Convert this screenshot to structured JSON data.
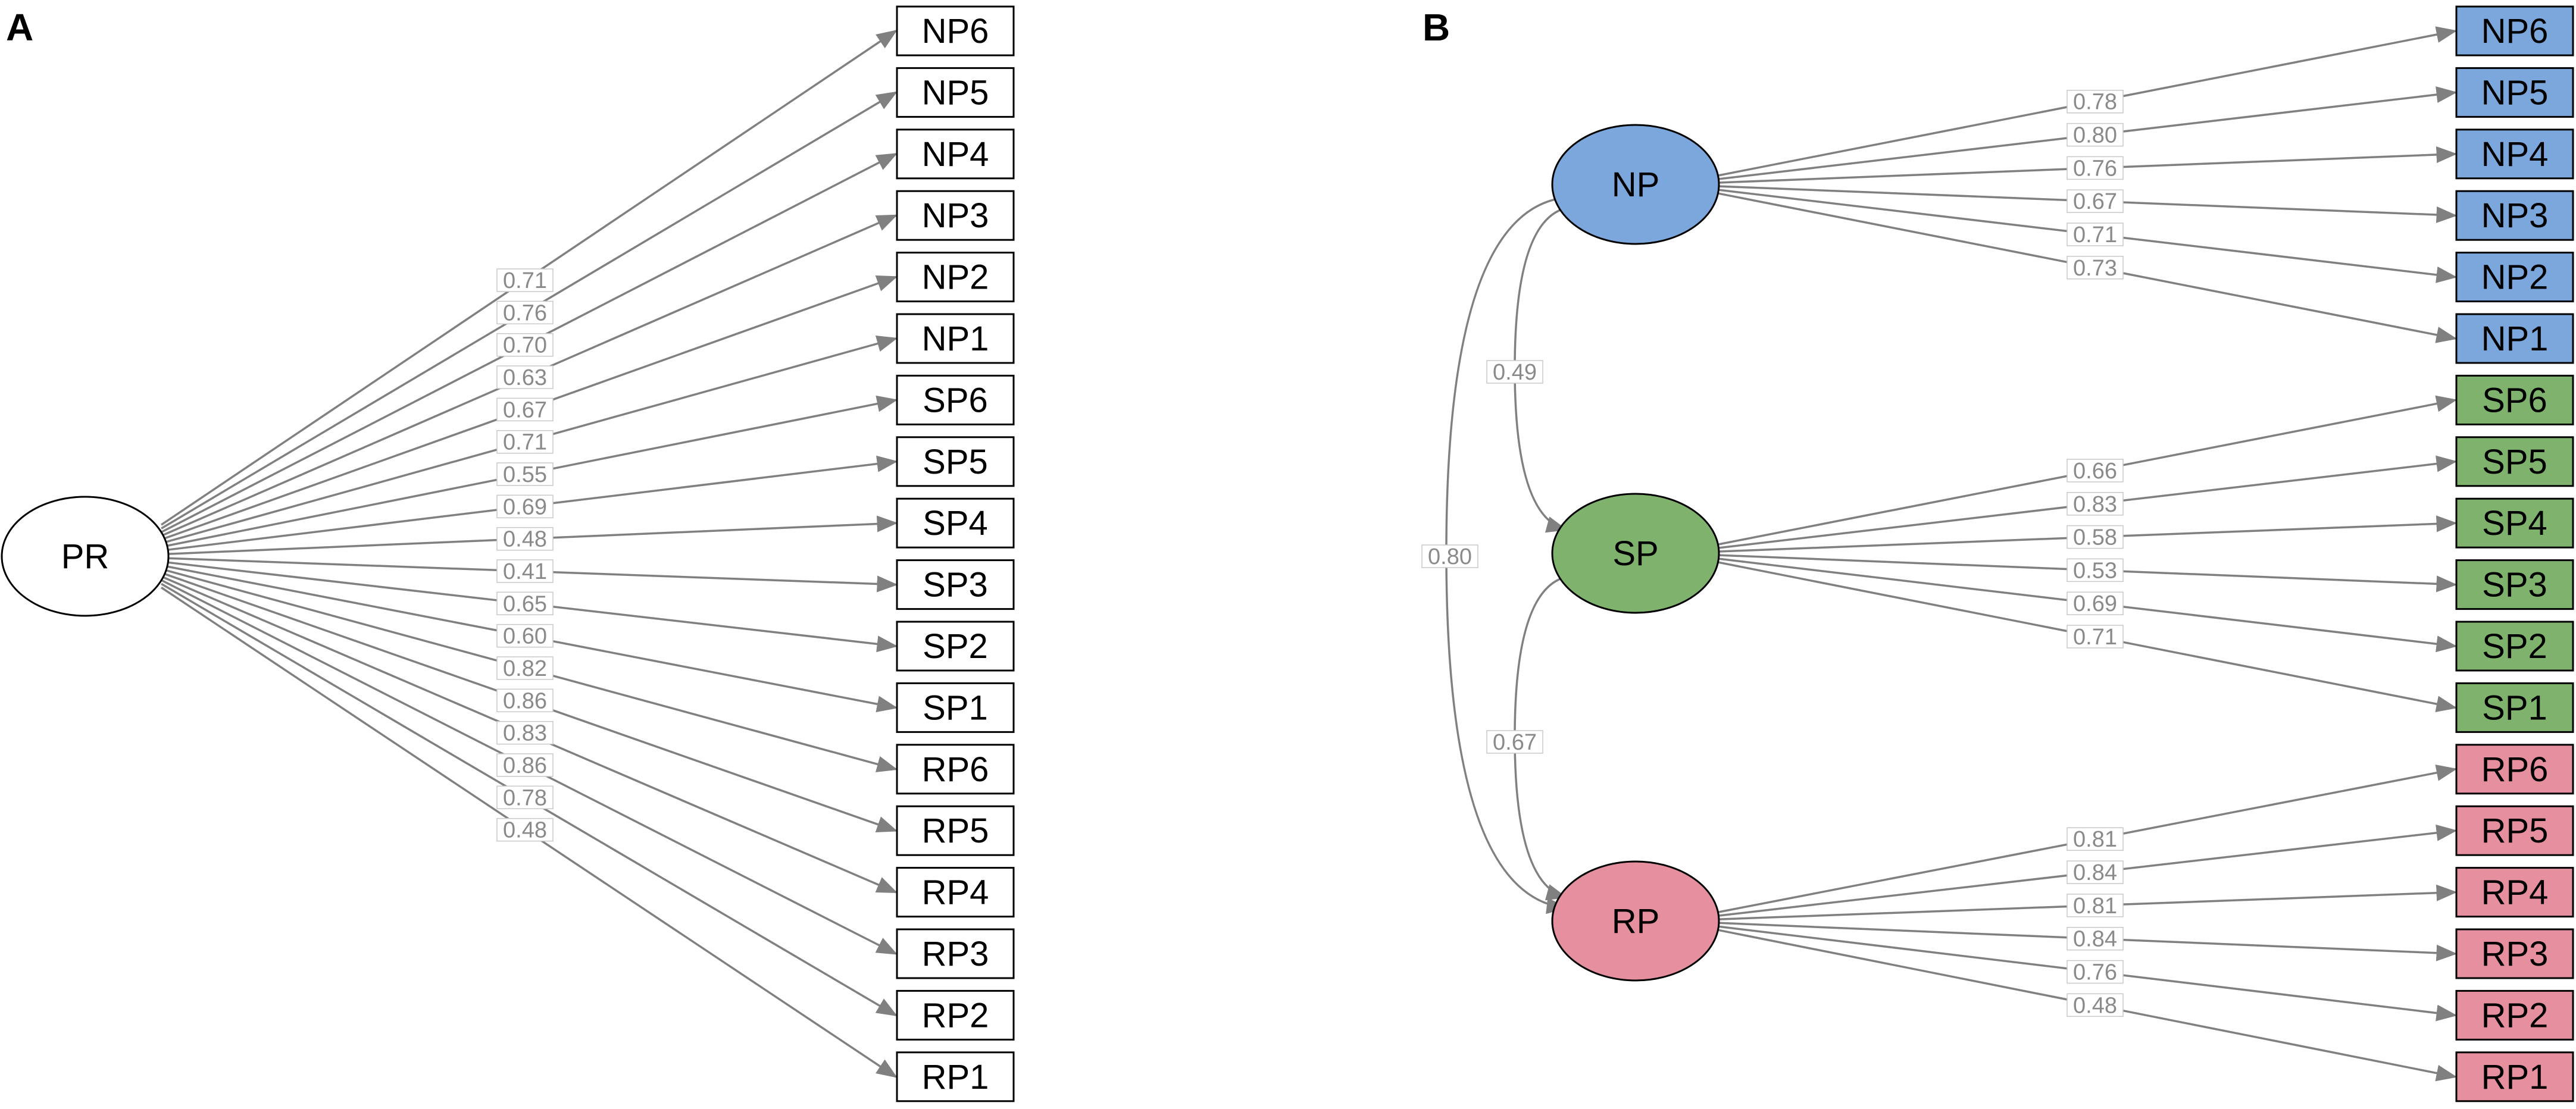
{
  "colors": {
    "NP": "#7ba7dc",
    "SP": "#7fb36d",
    "RP": "#e6909f",
    "white": "#ffffff",
    "edge": "#808080",
    "coef": "#8a8a8a"
  },
  "panelA": {
    "label": "A",
    "latent": "PR",
    "indicators": [
      "NP6",
      "NP5",
      "NP4",
      "NP3",
      "NP2",
      "NP1",
      "SP6",
      "SP5",
      "SP4",
      "SP3",
      "SP2",
      "SP1",
      "RP6",
      "RP5",
      "RP4",
      "RP3",
      "RP2",
      "RP1"
    ],
    "loadings": [
      "0.71",
      "0.76",
      "0.70",
      "0.63",
      "0.67",
      "0.71",
      "0.55",
      "0.69",
      "0.48",
      "0.41",
      "0.65",
      "0.60",
      "0.82",
      "0.86",
      "0.83",
      "0.86",
      "0.78",
      "0.48"
    ]
  },
  "panelB": {
    "label": "B",
    "factors": [
      {
        "name": "NP",
        "indicators": [
          "NP6",
          "NP5",
          "NP4",
          "NP3",
          "NP2",
          "NP1"
        ],
        "loadings": [
          "0.78",
          "0.80",
          "0.76",
          "0.67",
          "0.71",
          "0.73"
        ]
      },
      {
        "name": "SP",
        "indicators": [
          "SP6",
          "SP5",
          "SP4",
          "SP3",
          "SP2",
          "SP1"
        ],
        "loadings": [
          "0.66",
          "0.83",
          "0.58",
          "0.53",
          "0.69",
          "0.71"
        ]
      },
      {
        "name": "RP",
        "indicators": [
          "RP6",
          "RP5",
          "RP4",
          "RP3",
          "RP2",
          "RP1"
        ],
        "loadings": [
          "0.81",
          "0.84",
          "0.81",
          "0.84",
          "0.76",
          "0.48"
        ]
      }
    ],
    "correlations": [
      {
        "from": "NP",
        "to": "SP",
        "value": "0.49"
      },
      {
        "from": "SP",
        "to": "RP",
        "value": "0.67"
      },
      {
        "from": "NP",
        "to": "RP",
        "value": "0.80"
      }
    ]
  }
}
